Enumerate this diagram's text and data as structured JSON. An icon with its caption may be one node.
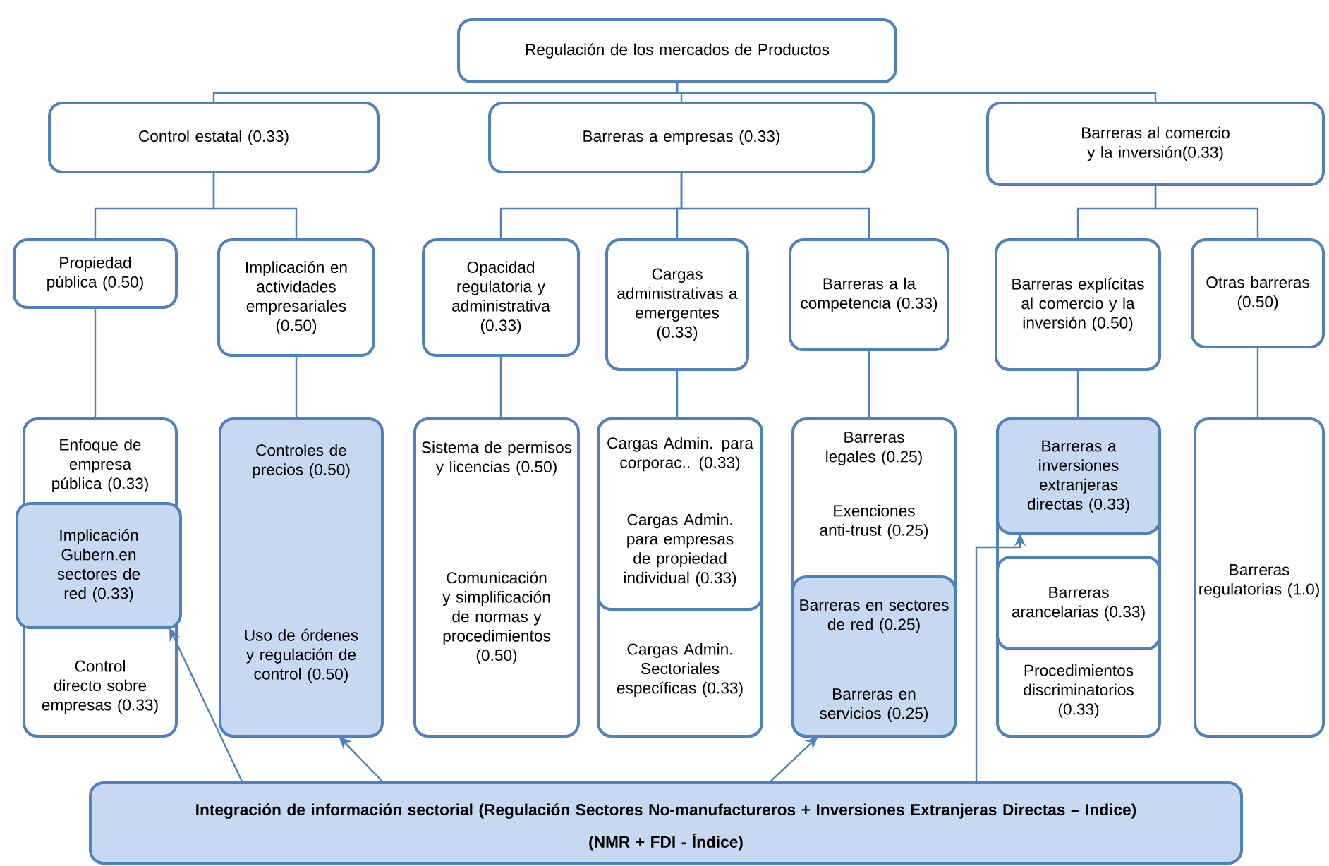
{
  "diagram": {
    "nodes": [
      {
        "text": [
          "Regulación de los mercados de Productos"
        ]
      },
      {
        "text": [
          "Control estatal (0.33)"
        ]
      },
      {
        "text": [
          "Barreras a empresas (0.33)"
        ]
      },
      {
        "text": [
          "Barreras al comercio y la inversión(0.33)"
        ]
      },
      {
        "text": [
          "Propiedad pública (0.50)"
        ]
      },
      {
        "text": [
          "Implicación en actividades empresariales (0.50)"
        ]
      },
      {
        "text": [
          "Opacidad regulatoria y administrativa (0.33)"
        ]
      },
      {
        "text": [
          "Cargas administrativas a emergentes (0.33)"
        ]
      },
      {
        "text": [
          "Barreras a la competencia (0.33)"
        ]
      },
      {
        "text": [
          "Barreras explícitas al comercio y la inversión (0.50)"
        ]
      },
      {
        "text": [
          "Otras barreras (0.50)"
        ]
      },
      {
        "text": [
          "Enfoque de empresa pública (0.33)",
          "Control directo sobre empresas (0.33)"
        ]
      },
      {
        "text": [
          "Implicación Gubern.en sectores de red (0.33)"
        ],
        "in": 11
      },
      {
        "text": [
          "Controles de precios (0.50)",
          "Uso de órdenes y regulación de control (0.50)"
        ]
      },
      {
        "text": [
          "Sistema de permisos y licencias (0.50)",
          "Comunicación y simplificación de normas y procedimientos (0.50)"
        ]
      },
      {
        "text": [
          "Cargas Admin. Sectoriales específicas (0.33)"
        ]
      },
      {
        "text": [
          "Cargas Admin. para corporac.. (0.33)",
          "Cargas Admin. para empresas de propiedad individual (0.33)"
        ],
        "in": 15
      },
      {
        "text": [
          "Barreras legales (0.25)",
          "Exenciones anti-trust (0.25)"
        ]
      },
      {
        "text": [
          "Barreras en sectores de red (0.25)",
          "Barreras en servicios (0.25)"
        ],
        "in": 17
      },
      {
        "text": [
          "Procedimientos discriminatorios (0.33)"
        ]
      },
      {
        "text": [
          "Barreras a inversiones extranjeras directas (0.33)"
        ],
        "in": 19
      },
      {
        "text": [
          "Barreras arancelarias (0.33)"
        ],
        "in": 19
      },
      {
        "text": [
          "Barreras regulatorias (1.0)"
        ]
      },
      {
        "text": [
          "Integración de información sectorial (Regulación Sectores No-manufactureros + Inversiones Extranjeras Directas – Indice)",
          "(NMR + FDI - Índice)"
        ]
      }
    ],
    "edges": [
      {
        "from": 0,
        "to": 1,
        "arrow": "none"
      },
      {
        "from": 0,
        "to": 2,
        "arrow": "none"
      },
      {
        "from": 0,
        "to": 3,
        "arrow": "none"
      },
      {
        "from": 1,
        "to": 4,
        "arrow": "none"
      },
      {
        "from": 1,
        "to": 5,
        "arrow": "none"
      },
      {
        "from": 2,
        "to": 6,
        "arrow": "none"
      },
      {
        "from": 2,
        "to": 7,
        "arrow": "none"
      },
      {
        "from": 2,
        "to": 8,
        "arrow": "none"
      },
      {
        "from": 3,
        "to": 9,
        "arrow": "none"
      },
      {
        "from": 3,
        "to": 10,
        "arrow": "none"
      },
      {
        "from": 4,
        "to": 11,
        "arrow": "none"
      },
      {
        "from": 5,
        "to": 13,
        "arrow": "none"
      },
      {
        "from": 6,
        "to": 14,
        "arrow": "none"
      },
      {
        "from": 7,
        "to": 15,
        "arrow": "none"
      },
      {
        "from": 8,
        "to": 17,
        "arrow": "none"
      },
      {
        "from": 9,
        "to": 19,
        "arrow": "none"
      },
      {
        "from": 10,
        "to": 22,
        "arrow": "none"
      },
      {
        "from": 23,
        "to": 12,
        "arrow": "to"
      },
      {
        "from": 23,
        "to": 13,
        "arrow": "to"
      },
      {
        "from": 23,
        "to": 18,
        "arrow": "to"
      },
      {
        "from": 23,
        "to": 20,
        "arrow": "to"
      }
    ]
  }
}
